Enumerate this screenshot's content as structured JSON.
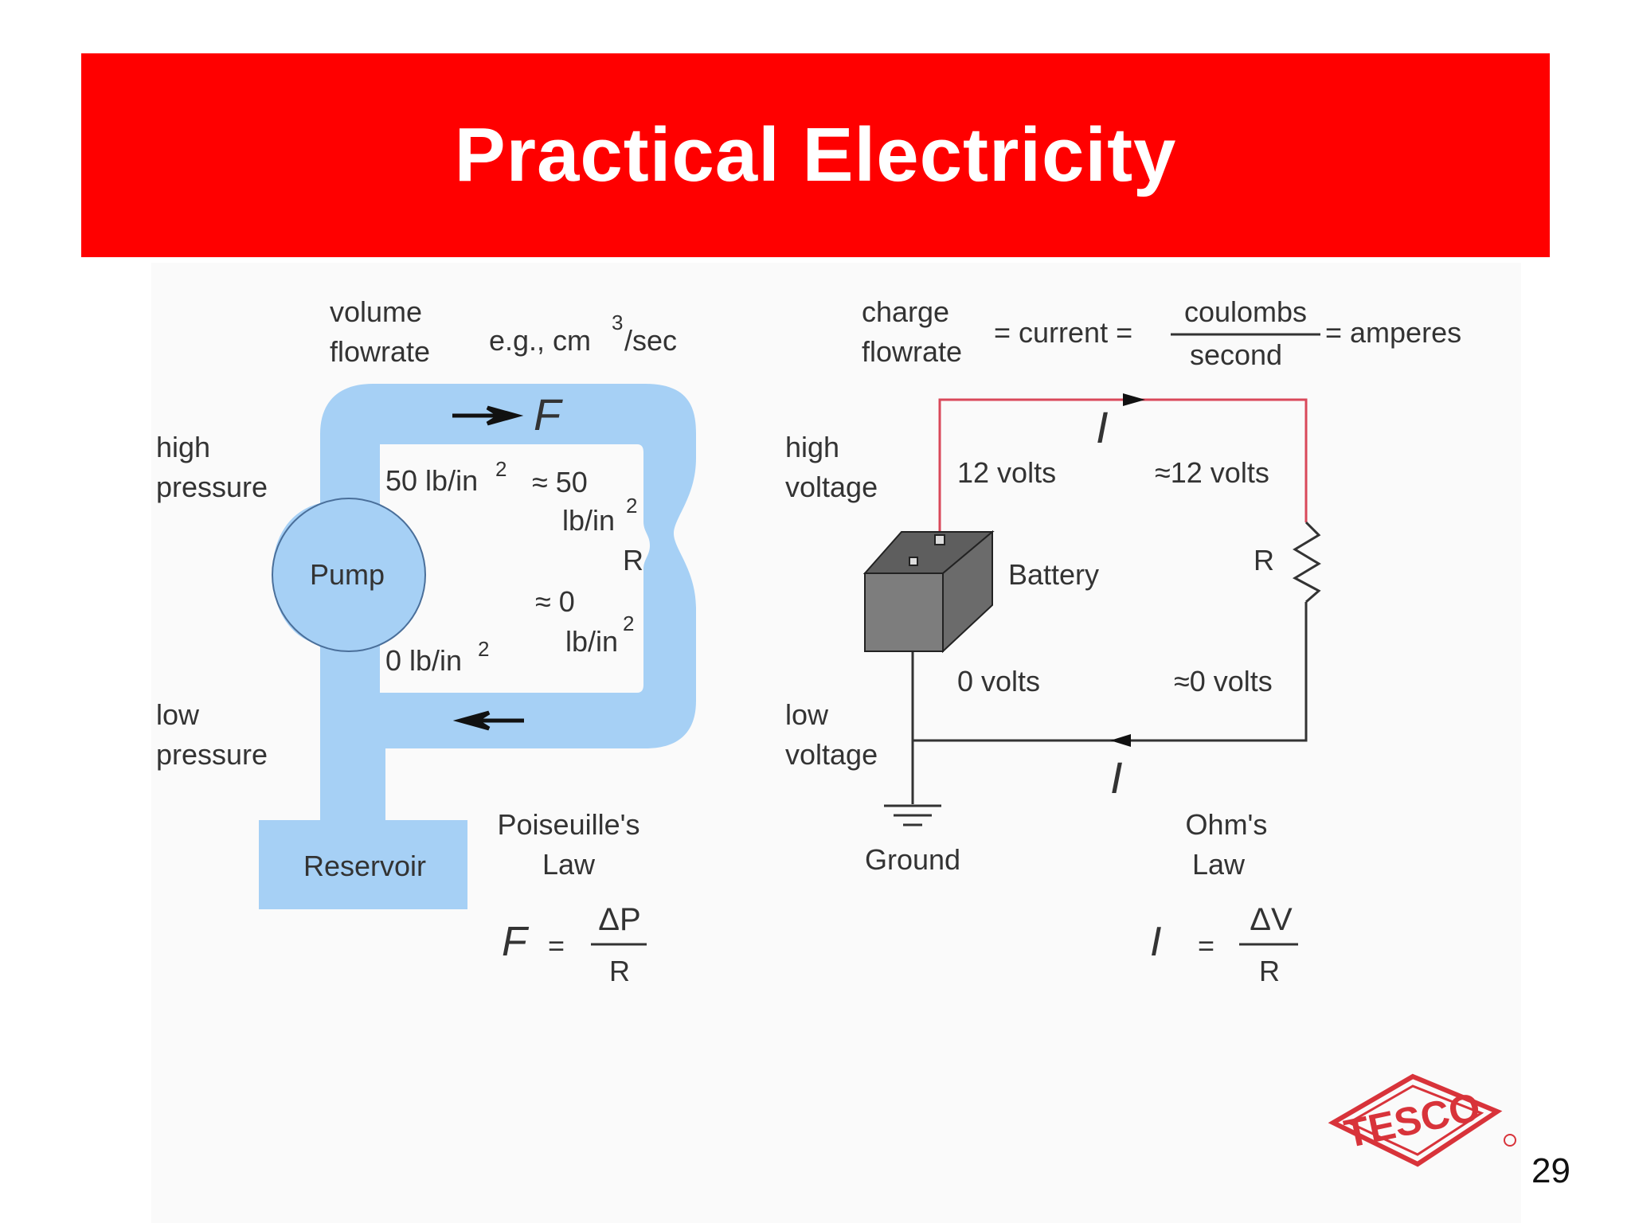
{
  "slide": {
    "title": "Practical Electricity",
    "page_number": "29",
    "logo_text": "TESCO"
  },
  "colors": {
    "banner": "#ff0000",
    "fluid": "#a6d0f5",
    "wire_high": "#d9485a",
    "wire_low": "#333333",
    "battery": "#7d7d7d",
    "logo": "#d8333a"
  },
  "fluid": {
    "volume": "volume",
    "flowrate": "flowrate",
    "units": "e.g., cm",
    "units_sup": "3",
    "units_tail": "/sec",
    "flow_symbol": "F",
    "high": "high",
    "high_pressure": "pressure",
    "low": "low",
    "low_pressure": "pressure",
    "p50": "50 lb/in",
    "approx50": "≈ 50",
    "lbin_top": "lb/in",
    "r": "R",
    "approx0": "≈ 0",
    "lbin_bottom": "lb/in",
    "p0": "0 lb/in",
    "sup2": "2",
    "pump": "Pump",
    "reservoir": "Reservoir",
    "law1": "Poiseuille's",
    "law2": "Law",
    "eq_lhs": "F",
    "eq_eq": "=",
    "eq_num": "ΔP",
    "eq_den": "R"
  },
  "electric": {
    "charge": "charge",
    "flowrate": "flowrate",
    "eq_current": "= current =",
    "coulombs": "coulombs",
    "second": "second",
    "amperes": "= amperes",
    "current_symbol": "I",
    "high": "high",
    "high_voltage": "voltage",
    "low": "low",
    "low_voltage": "voltage",
    "v12": "12 volts",
    "approx12": "≈12 volts",
    "battery": "Battery",
    "r": "R",
    "v0": "0 volts",
    "approx0": "≈0 volts",
    "ground": "Ground",
    "law1": "Ohm's",
    "law2": "Law",
    "eq_lhs": "I",
    "eq_eq": "=",
    "eq_num": "ΔV",
    "eq_den": "R"
  }
}
